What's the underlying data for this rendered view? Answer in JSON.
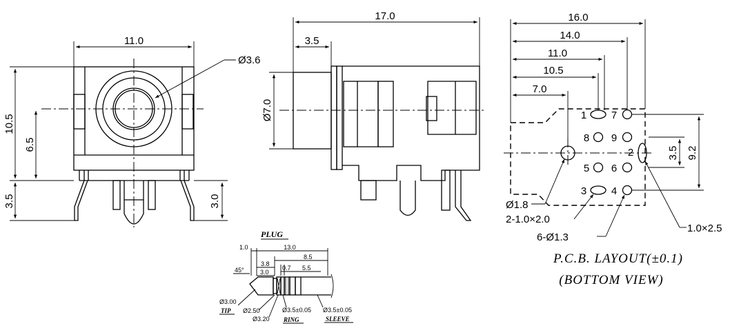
{
  "front_view": {
    "width_dim": "11.0",
    "hole_dim": "Ø3.6",
    "height_dim": "10.5",
    "center_height_dim": "6.5",
    "pin_length_dim": "3.5",
    "pin_length_dim_2": "3.0"
  },
  "side_view": {
    "length_dim": "17.0",
    "nose_dim": "3.5",
    "diameter_dim": "Ø7.0"
  },
  "pcb_layout": {
    "dims": [
      "16.0",
      "14.0",
      "11.0",
      "10.5",
      "7.0"
    ],
    "vert_dims": [
      "3.5",
      "9.2"
    ],
    "pins": [
      "1",
      "7",
      "8",
      "9",
      "2",
      "5",
      "6",
      "3",
      "4"
    ],
    "hole_large": "Ø1.8",
    "slot_small": "2-1.0×2.0",
    "holes_round": "6-Ø1.3",
    "slot_pin2": "1.0×2.5",
    "title": "P.C.B. LAYOUT(±0.1)",
    "subtitle": "(BOTTOM VIEW)"
  },
  "plug": {
    "title": "PLUG",
    "dims": [
      "1.0",
      "13.0",
      "8.5",
      "3.8",
      "3.0",
      "0.7",
      "5.5"
    ],
    "angle": "45°",
    "tip_dia": "Ø3.00",
    "tip_label": "TIP",
    "dia_250": "Ø2.50",
    "dia_320": "Ø3.20",
    "ring_dia": "Ø3.5±0.05",
    "ring_label": "RING",
    "sleeve_dia": "Ø3.5±0.05",
    "sleeve_label": "SLEEVE"
  }
}
